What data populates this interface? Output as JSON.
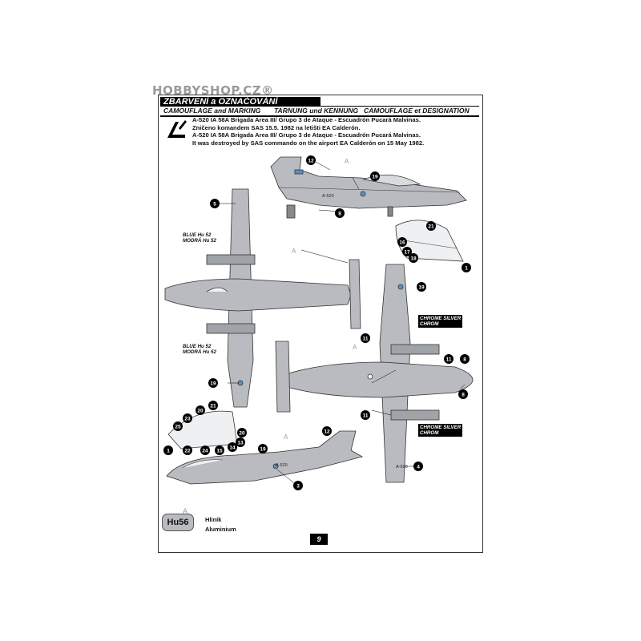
{
  "watermark": "HOBBYSHOP.CZ®",
  "header": {
    "title_cz": "ZBARVENÍ a OZNAČOVÁNÍ",
    "sub_en": "CAMOUFLAGE and MARKING",
    "sub_de": "TARNUNG und KENNUNG",
    "sub_fr": "CAMOUFLAGE et DESIGNATION"
  },
  "description": {
    "line1": "A-520 IA 58A Brigada Area III/ Grupo 3 de Ataque - Escuadrón Pucará Malvinas.",
    "line2": "Zničeno komandem SAS 15.5. 1982 na letišti EA Calderón.",
    "line3": "A-520 IA 58A Brigada Area III/ Grupo 3 de Ataque - Escuadrón Pucará Malvinas.",
    "line4": "It was destroyed by SAS commando on the airport EA Calderón on 15 May 1982."
  },
  "labels": {
    "blue1_en": "BLUE Hu 52",
    "blue1_cz": "MODRÁ Hu 52",
    "blue2_en": "BLUE Hu 52",
    "blue2_cz": "MODRÁ Hu 52",
    "chrome1_en": "CHROME SILVER",
    "chrome1_cz": "CHROM",
    "chrome2_en": "CHROME SILVER",
    "chrome2_cz": "CHROM",
    "serial": "A-520",
    "color_mark": "A"
  },
  "callouts": {
    "n12a": "12",
    "n19a": "19",
    "n8a": "8",
    "n5": "5",
    "n21a": "21",
    "n16": "16",
    "n17": "17",
    "n18": "18",
    "n1a": "1",
    "n19b": "19",
    "n11a": "11",
    "n11b": "11",
    "n8b": "8",
    "n8c": "8",
    "n11c": "11",
    "n19c": "19",
    "n20a": "20",
    "n21b": "21",
    "n23": "23",
    "n25": "25",
    "n20b": "20",
    "n13": "13",
    "n1b": "1",
    "n22": "22",
    "n24": "24",
    "n15": "15",
    "n14": "14",
    "n19d": "19",
    "n12b": "12",
    "n3": "3",
    "n4": "4"
  },
  "legend": {
    "code": "Hu56",
    "mark": "A",
    "name_cz": "Hliník",
    "name_en": "Aluminium"
  },
  "page_number": "9",
  "colors": {
    "aluminium": "#b9bbc0",
    "roundel_blue": "#5b8fc7",
    "callout": "#000000"
  }
}
